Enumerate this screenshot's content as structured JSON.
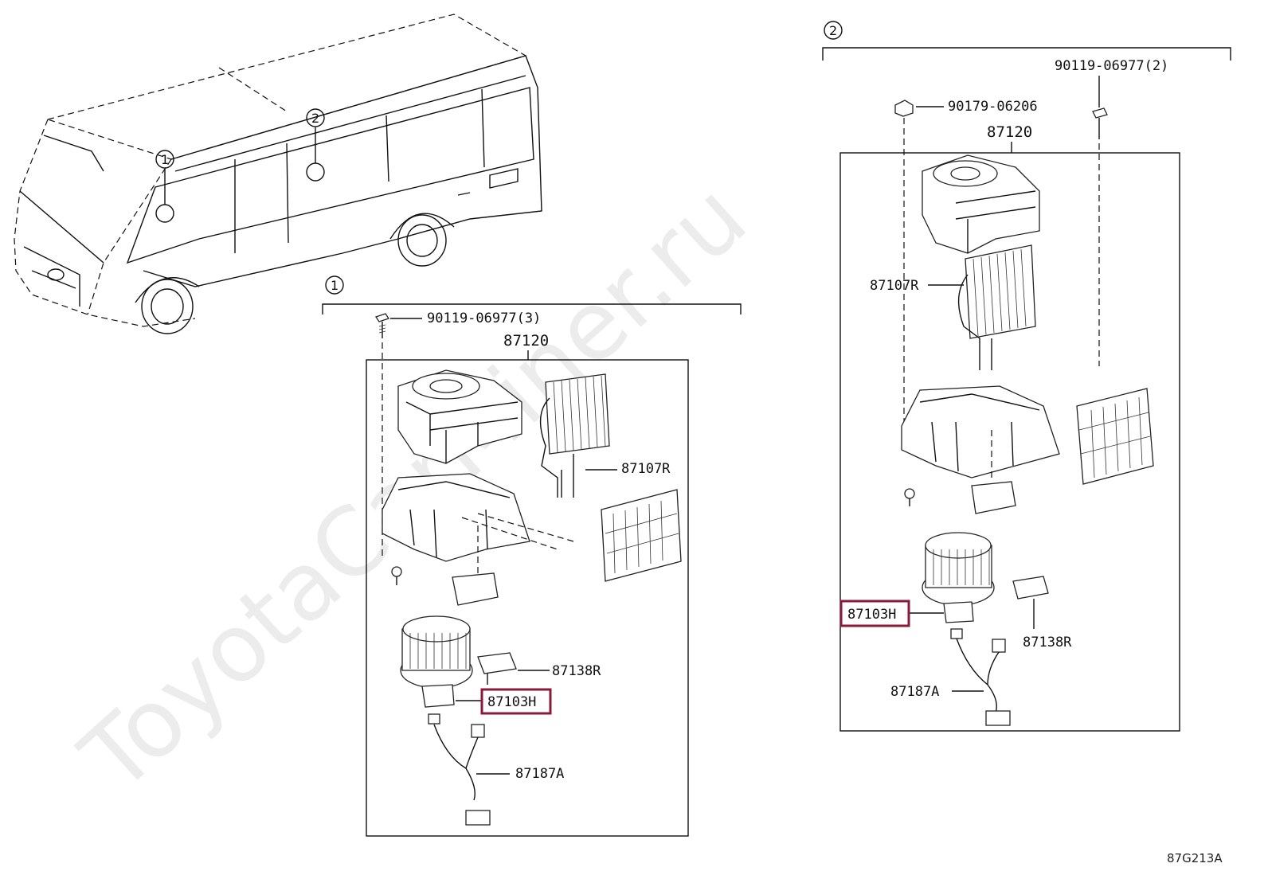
{
  "watermark": "ToyotaCarMiner.ru",
  "diagram_code": "87G213A",
  "vehicle": {
    "marker_1": "1",
    "marker_2": "2"
  },
  "section_1": {
    "marker": "1",
    "bolt": "90119-06977(3)",
    "assembly": "87120",
    "evaporator": "87107R",
    "resistor": "87138R",
    "blower_motor": "87103H",
    "wire_harness": "87187A"
  },
  "section_2": {
    "marker": "2",
    "bolt": "90119-06977(2)",
    "nut": "90179-06206",
    "assembly": "87120",
    "evaporator": "87107R",
    "resistor": "87138R",
    "blower_motor": "87103H",
    "wire_harness": "87187A"
  },
  "colors": {
    "highlight": "#8b1a3a",
    "line": "#111111"
  }
}
